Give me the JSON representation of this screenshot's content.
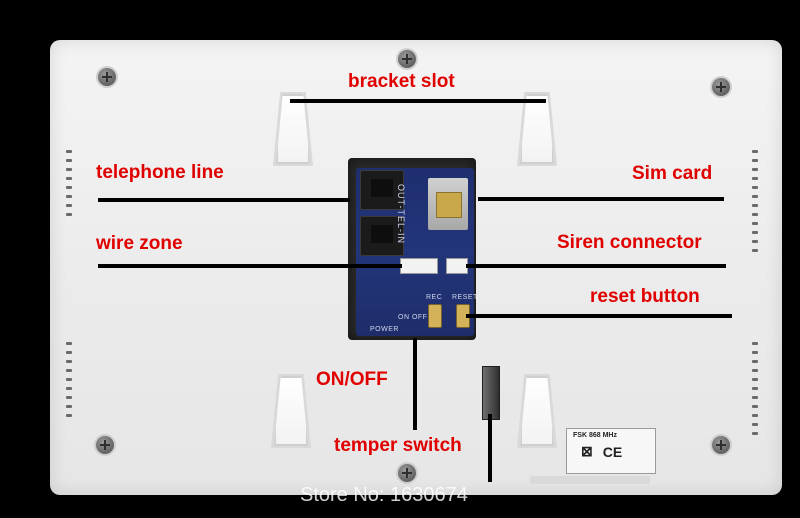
{
  "labels": {
    "bracket_slot": "bracket slot",
    "telephone_line": "telephone line",
    "wire_zone": "wire zone",
    "sim_card": "Sim card",
    "siren_connector": "Siren connector",
    "reset_button": "reset button",
    "on_off": "ON/OFF",
    "temper_switch": "temper switch"
  },
  "pcb_silkscreen": {
    "vertical": "OUT-TEL-IN",
    "power": "POWER",
    "on_off": "ON OFF",
    "rec": "REC",
    "reset": "RESET"
  },
  "label_plate": {
    "top": "FSK 868 MHz",
    "marks": [
      "⊠",
      "CE"
    ]
  },
  "watermark": "Store No: 1630674",
  "colors": {
    "annotation_text": "#e00000",
    "annotation_lines": "#000000",
    "pcb": "#23357a",
    "device_body": "#f0f0f0"
  }
}
